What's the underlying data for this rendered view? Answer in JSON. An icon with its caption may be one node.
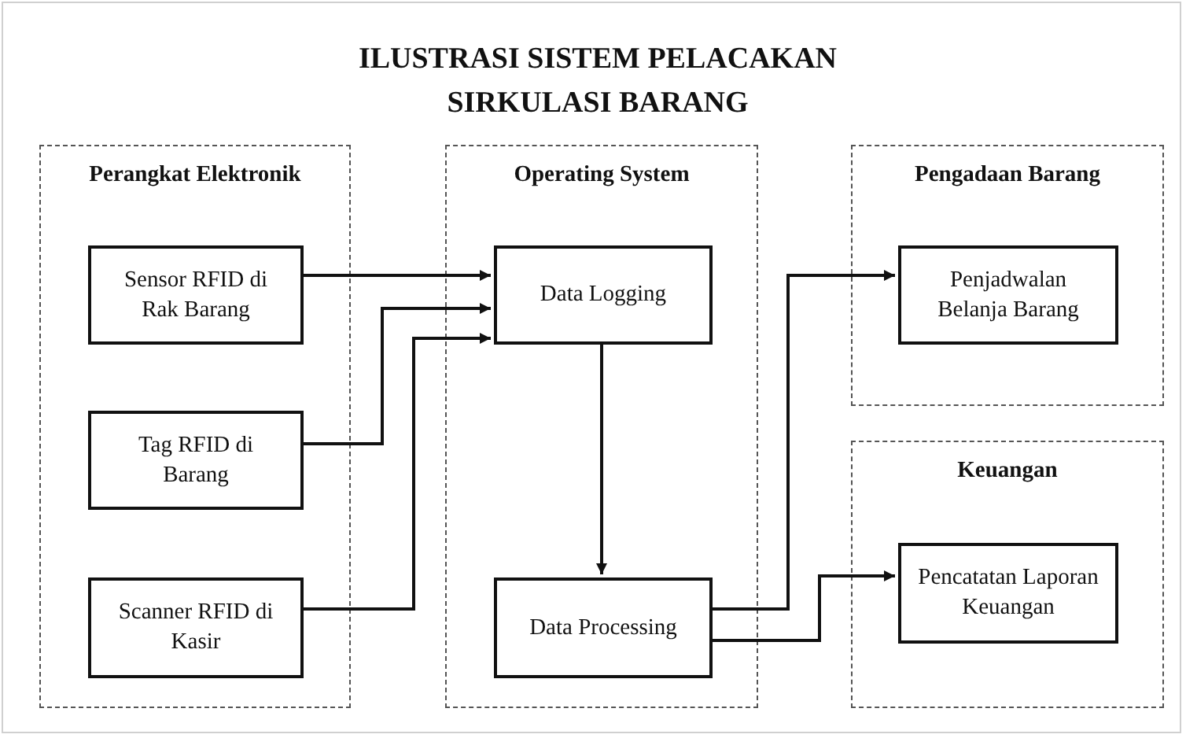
{
  "diagram": {
    "title": "ILUSTRASI SISTEM PELACAKAN SIRKULASI BARANG",
    "nodes": [
      {
        "text": [
          "Perangkat Elektronik"
        ]
      },
      {
        "text": [
          "Sensor RFID di Rak Barang"
        ],
        "in": 0
      },
      {
        "text": [
          "Tag RFID di Barang"
        ],
        "in": 0
      },
      {
        "text": [
          "Scanner RFID di Kasir"
        ],
        "in": 0
      },
      {
        "text": [
          "Operating System"
        ]
      },
      {
        "text": [
          "Data Logging"
        ],
        "in": 4
      },
      {
        "text": [
          "Data Processing"
        ],
        "in": 4
      },
      {
        "text": [
          "Pengadaan Barang"
        ]
      },
      {
        "text": [
          "Penjadwalan Belanja Barang"
        ],
        "in": 7
      },
      {
        "text": [
          "Keuangan"
        ]
      },
      {
        "text": [
          "Pencatatan Laporan Keuangan"
        ],
        "in": 9
      }
    ],
    "edges": [
      {
        "from": 1,
        "to": 5,
        "arrow": "to"
      },
      {
        "from": 2,
        "to": 5,
        "arrow": "to"
      },
      {
        "from": 3,
        "to": 5,
        "arrow": "to"
      },
      {
        "from": 5,
        "to": 6,
        "arrow": "to"
      },
      {
        "from": 6,
        "to": 8,
        "arrow": "to"
      },
      {
        "from": 6,
        "to": 10,
        "arrow": "to"
      }
    ]
  }
}
